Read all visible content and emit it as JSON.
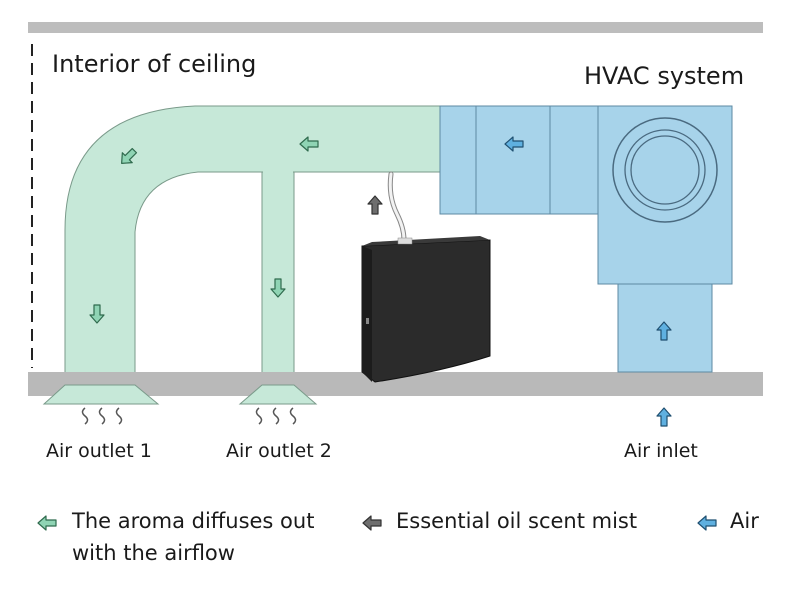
{
  "labels": {
    "interior": "Interior of ceiling",
    "hvac": "HVAC system",
    "outlet1": "Air outlet 1",
    "outlet2": "Air outlet 2",
    "inlet": "Air inlet"
  },
  "legend": {
    "aroma_line1": "The aroma diffuses out",
    "aroma_line2": "with the airflow",
    "scent": "Essential oil scent mist",
    "air": "Air"
  },
  "colors": {
    "duct_green": "#c6e8d8",
    "hvac_blue": "#a7d3ea",
    "ceiling_gray": "#b9b9b9",
    "device_black": "#2b2b2b",
    "arrow_green": "#8fd4b4",
    "arrow_gray": "#6e6e6e",
    "arrow_blue": "#5fb0e0"
  }
}
